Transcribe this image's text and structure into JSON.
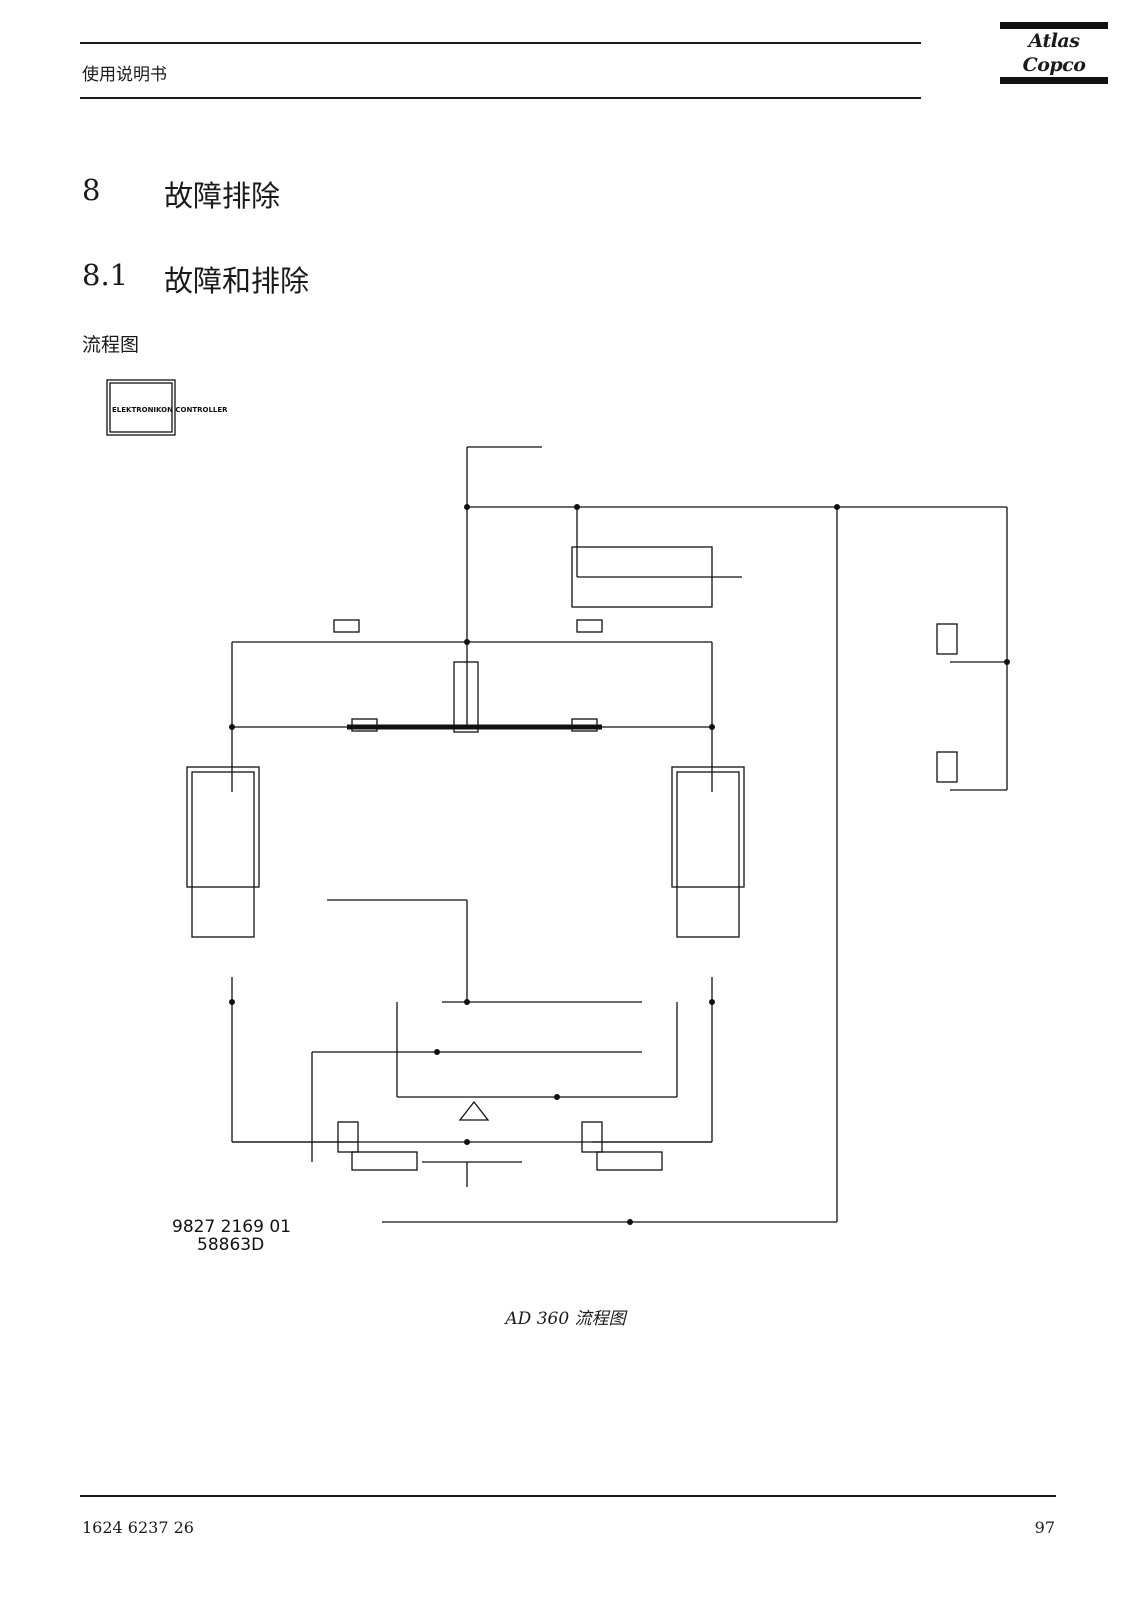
{
  "header": {
    "title": "使用说明书",
    "brand": "Atlas Copco"
  },
  "section": {
    "number": "8",
    "title": "故障排除"
  },
  "subsection": {
    "number": "8.1",
    "title": "故障和排除"
  },
  "figure_heading": "流程图",
  "diagram": {
    "controller": "ELEKTRONIKON\nCONTROLLER",
    "drawing_number": "9827 2169 01",
    "drawing_id": "58863D"
  },
  "caption": "AD 360 流程图",
  "footer": {
    "doc_number": "1624 6237 26",
    "page": "97"
  }
}
